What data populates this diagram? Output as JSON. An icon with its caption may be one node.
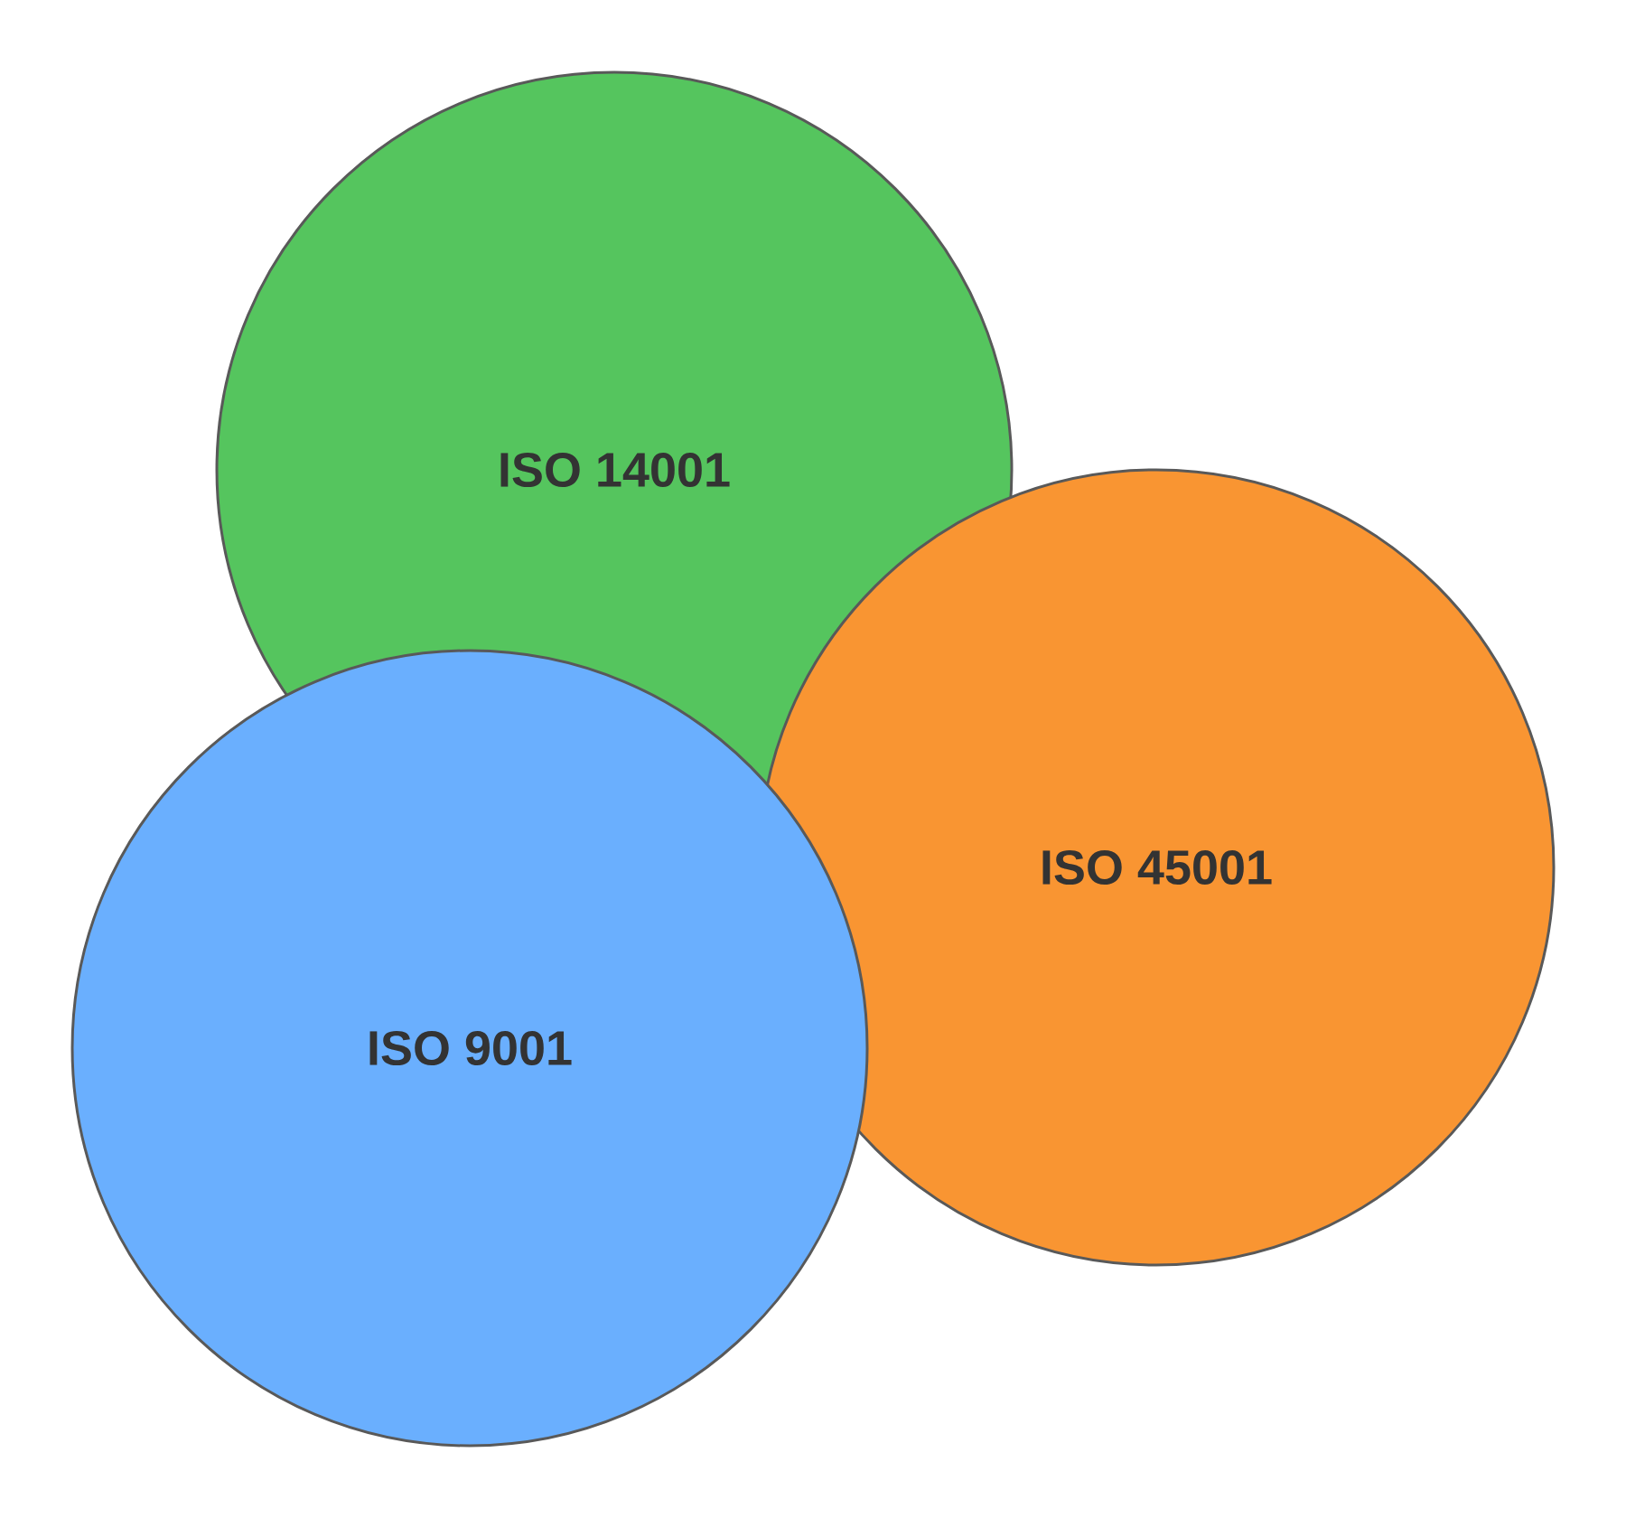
{
  "diagram": {
    "nodes": [
      {
        "text": [
          "ISO 14001"
        ]
      },
      {
        "text": [
          "ISO 45001"
        ]
      },
      {
        "text": [
          "ISO 9001"
        ]
      }
    ]
  }
}
